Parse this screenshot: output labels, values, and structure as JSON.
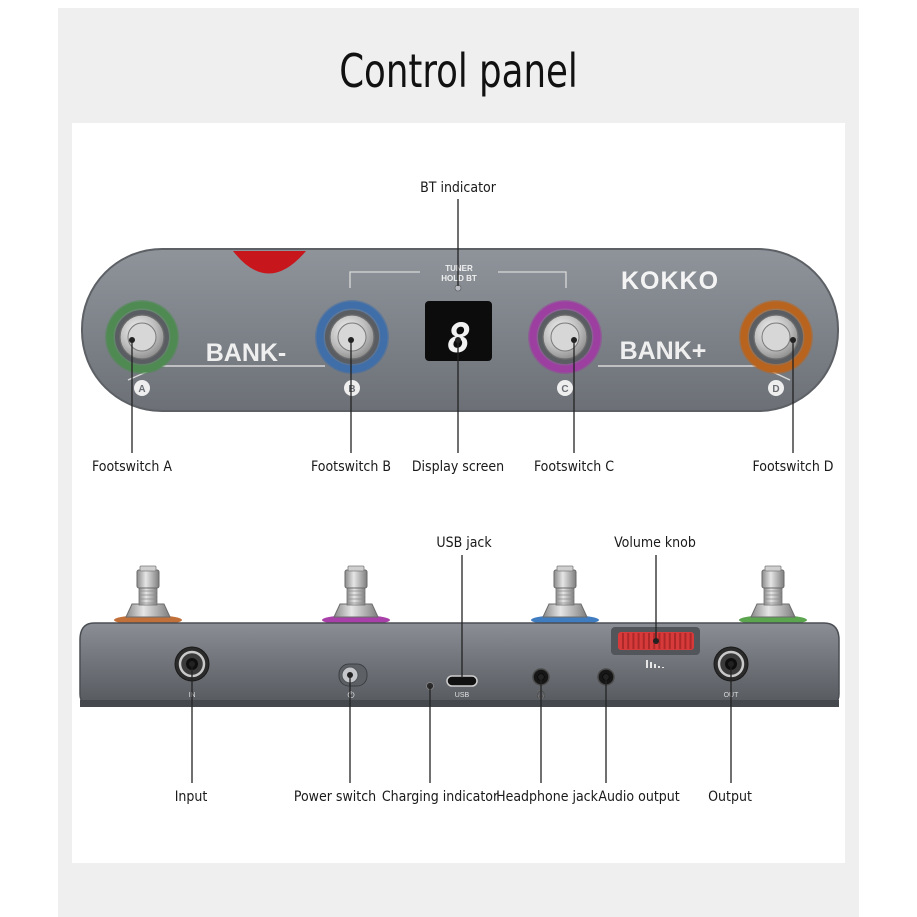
{
  "title": "Control panel",
  "top_panel": {
    "brand": "KOKKO",
    "bank_minus": "BANK-",
    "bank_plus": "BANK+",
    "tuner_text_1": "TUNER",
    "tuner_text_2": "HOLD BT",
    "display_digit": "8",
    "switch_letters": [
      "A",
      "B",
      "C",
      "D"
    ],
    "ring_colors": [
      "#4f8a52",
      "#3f6ea8",
      "#9c3fa0",
      "#b8641f"
    ],
    "led_color": "#c8161d"
  },
  "top_labels": {
    "bt_indicator": "BT indicator",
    "footswitch_a": "Footswitch A",
    "footswitch_b": "Footswitch B",
    "display_screen": "Display screen",
    "footswitch_c": "Footswitch C",
    "footswitch_d": "Footswitch D"
  },
  "bottom_panel": {
    "usb_text": "USB",
    "out_text": "OUT",
    "in_text": "IN",
    "ring_colors": [
      "#c2703a",
      "#a93fa8",
      "#3f7cc0",
      "#5aa54e"
    ],
    "knob_color": "#d63a3a"
  },
  "bottom_labels": {
    "usb_jack": "USB jack",
    "volume_knob": "Volume knob",
    "input": "Input",
    "power_switch": "Power switch",
    "charging_indicator": "Charging indicator",
    "headphone_jack": "Headphone jack",
    "audio_output": "Audio output",
    "output": "Output"
  }
}
